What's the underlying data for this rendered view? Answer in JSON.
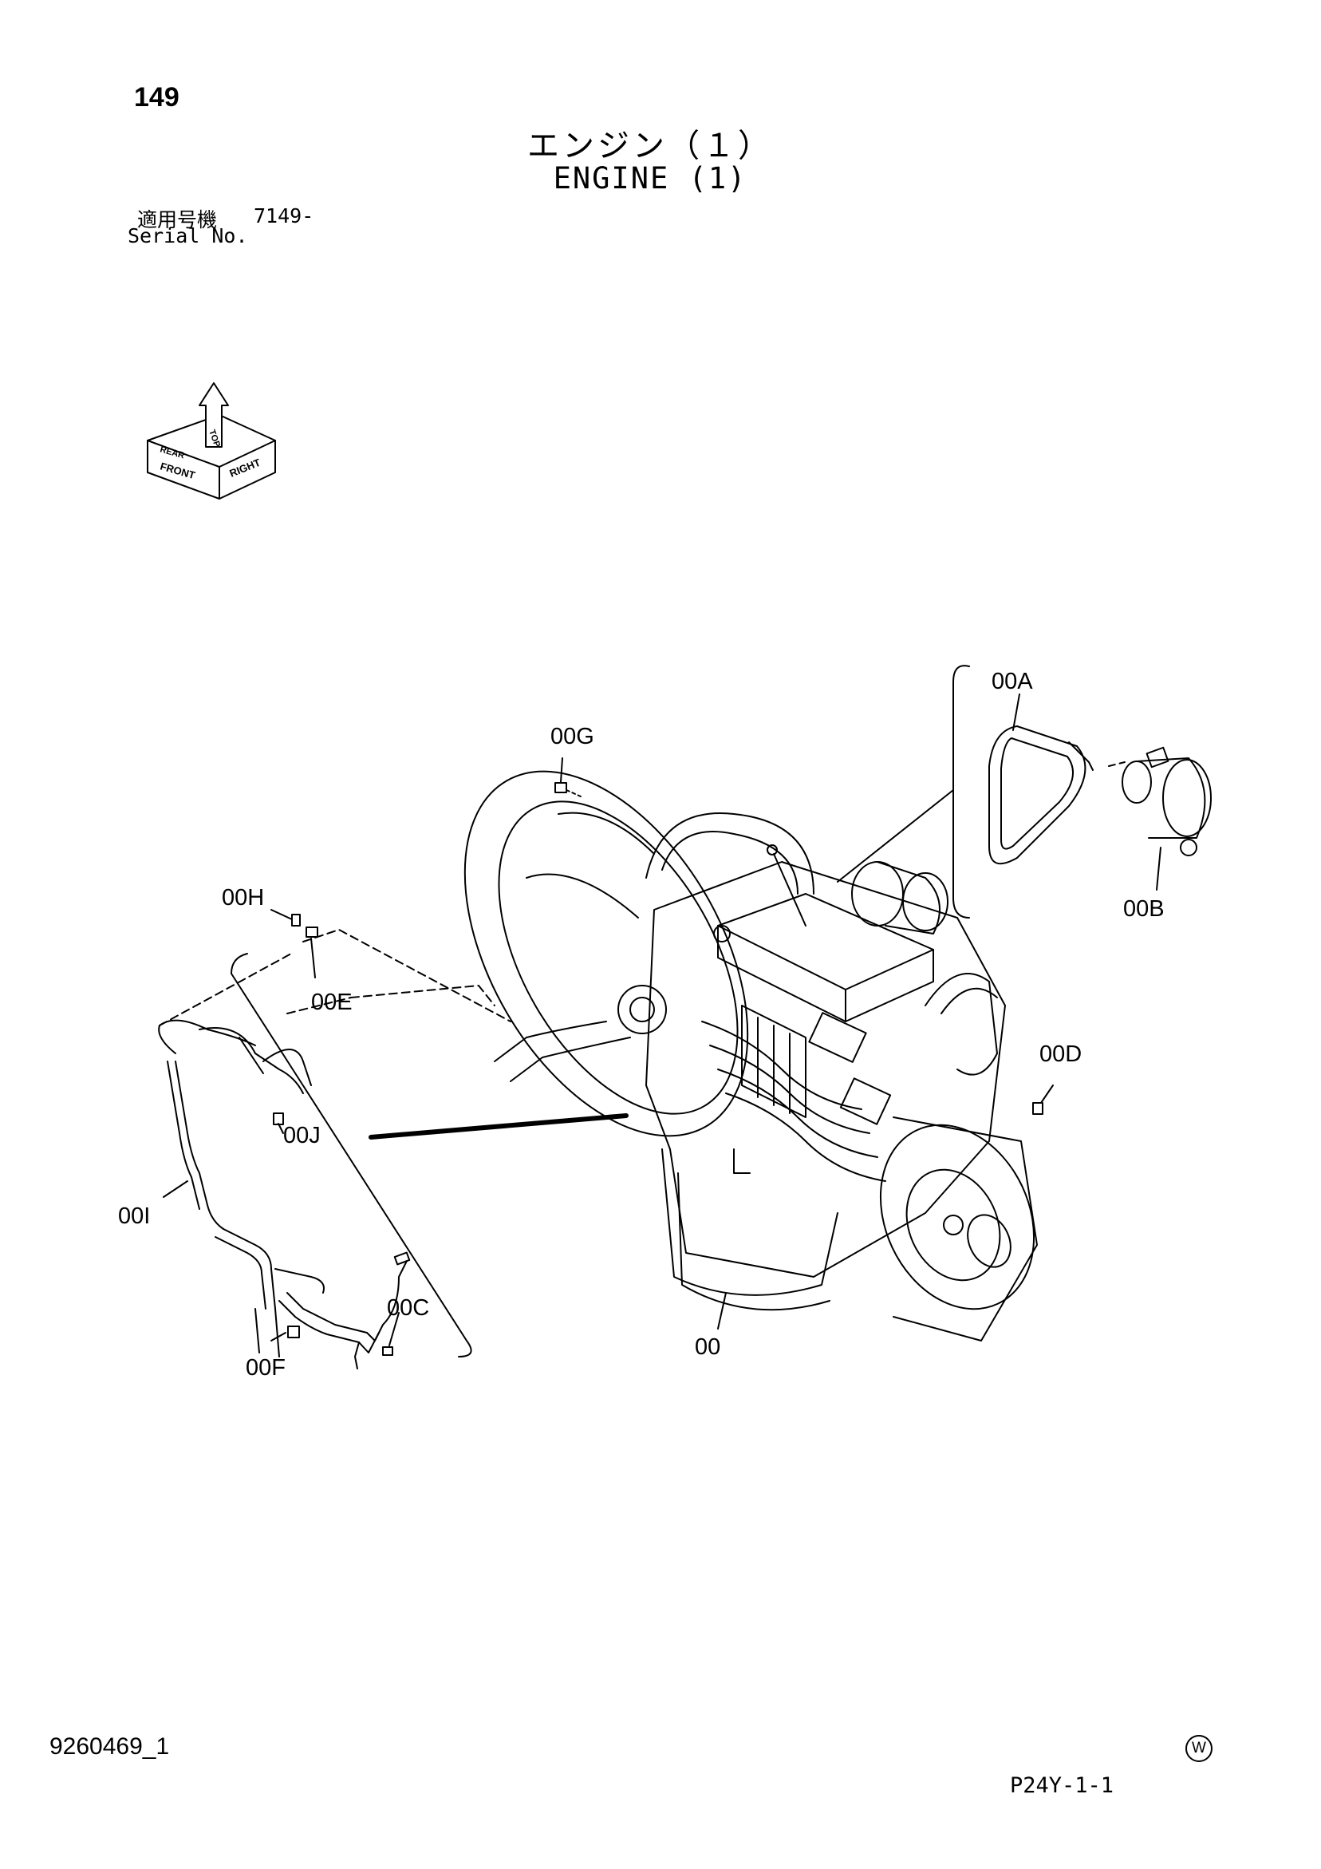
{
  "header": {
    "page_number": "149",
    "title_jp": "エンジン（１）",
    "title_en": "ENGINE (1)",
    "serial_label_jp": "適用号機",
    "serial_value": "7149-",
    "serial_label_en": "Serial No."
  },
  "orientation": {
    "top": "TOP",
    "front": "FRONT",
    "right": "RIGHT",
    "rear": "REAR"
  },
  "callouts": {
    "c00": "00",
    "c00A": "00A",
    "c00B": "00B",
    "c00C": "00C",
    "c00D": "00D",
    "c00E": "00E",
    "c00F": "00F",
    "c00G": "00G",
    "c00H": "00H",
    "c00I": "00I",
    "c00J": "00J"
  },
  "footer": {
    "doc_id": "9260469_1",
    "mark": "W",
    "page_ref": "P24Y-1-1"
  }
}
